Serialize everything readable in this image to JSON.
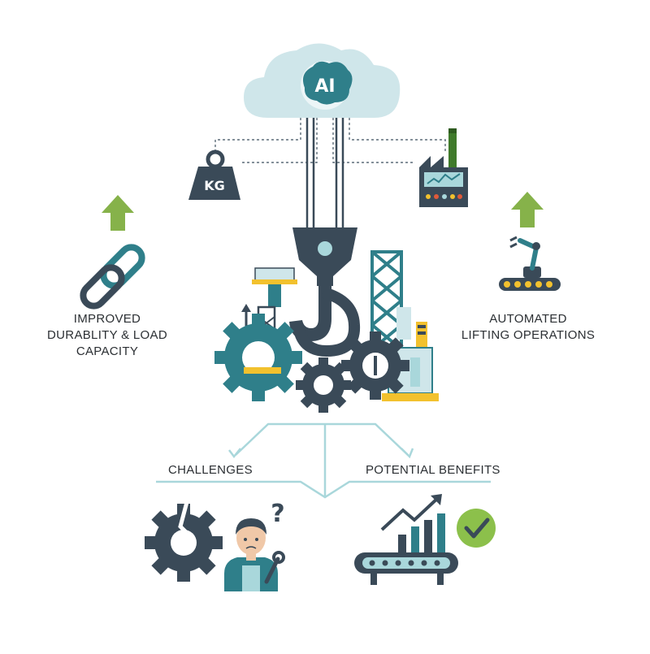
{
  "cloud": {
    "label": "AI"
  },
  "weight": {
    "label": "KG"
  },
  "left_panel": {
    "lines": [
      "IMPROVED",
      "DURABLITY & LOAD",
      "CAPACITY"
    ]
  },
  "right_panel": {
    "lines": [
      "AUTOMATED",
      "LIFTING OPERATIONS"
    ]
  },
  "branches": {
    "left_label": "CHALLENGES",
    "right_label": "POTENTIAL BENEFITS"
  },
  "question_mark": "?",
  "colors": {
    "teal": "#2f7f8a",
    "dark": "#3a4a58",
    "light_teal": "#a9d7db",
    "cloud": "#cfe6ea",
    "green_arrow": "#86b24a",
    "yellow": "#f2c12e",
    "check_green": "#8cc04b"
  },
  "icons": [
    "cloud-ai-icon",
    "weight-kg-icon",
    "factory-control-panel-icon",
    "crane-hook-icon",
    "gear-icon",
    "chain-link-icon",
    "robot-arm-conveyor-icon",
    "up-arrow-icon",
    "broken-gear-icon",
    "worker-icon",
    "rising-chart-conveyor-icon",
    "checkmark-icon"
  ]
}
